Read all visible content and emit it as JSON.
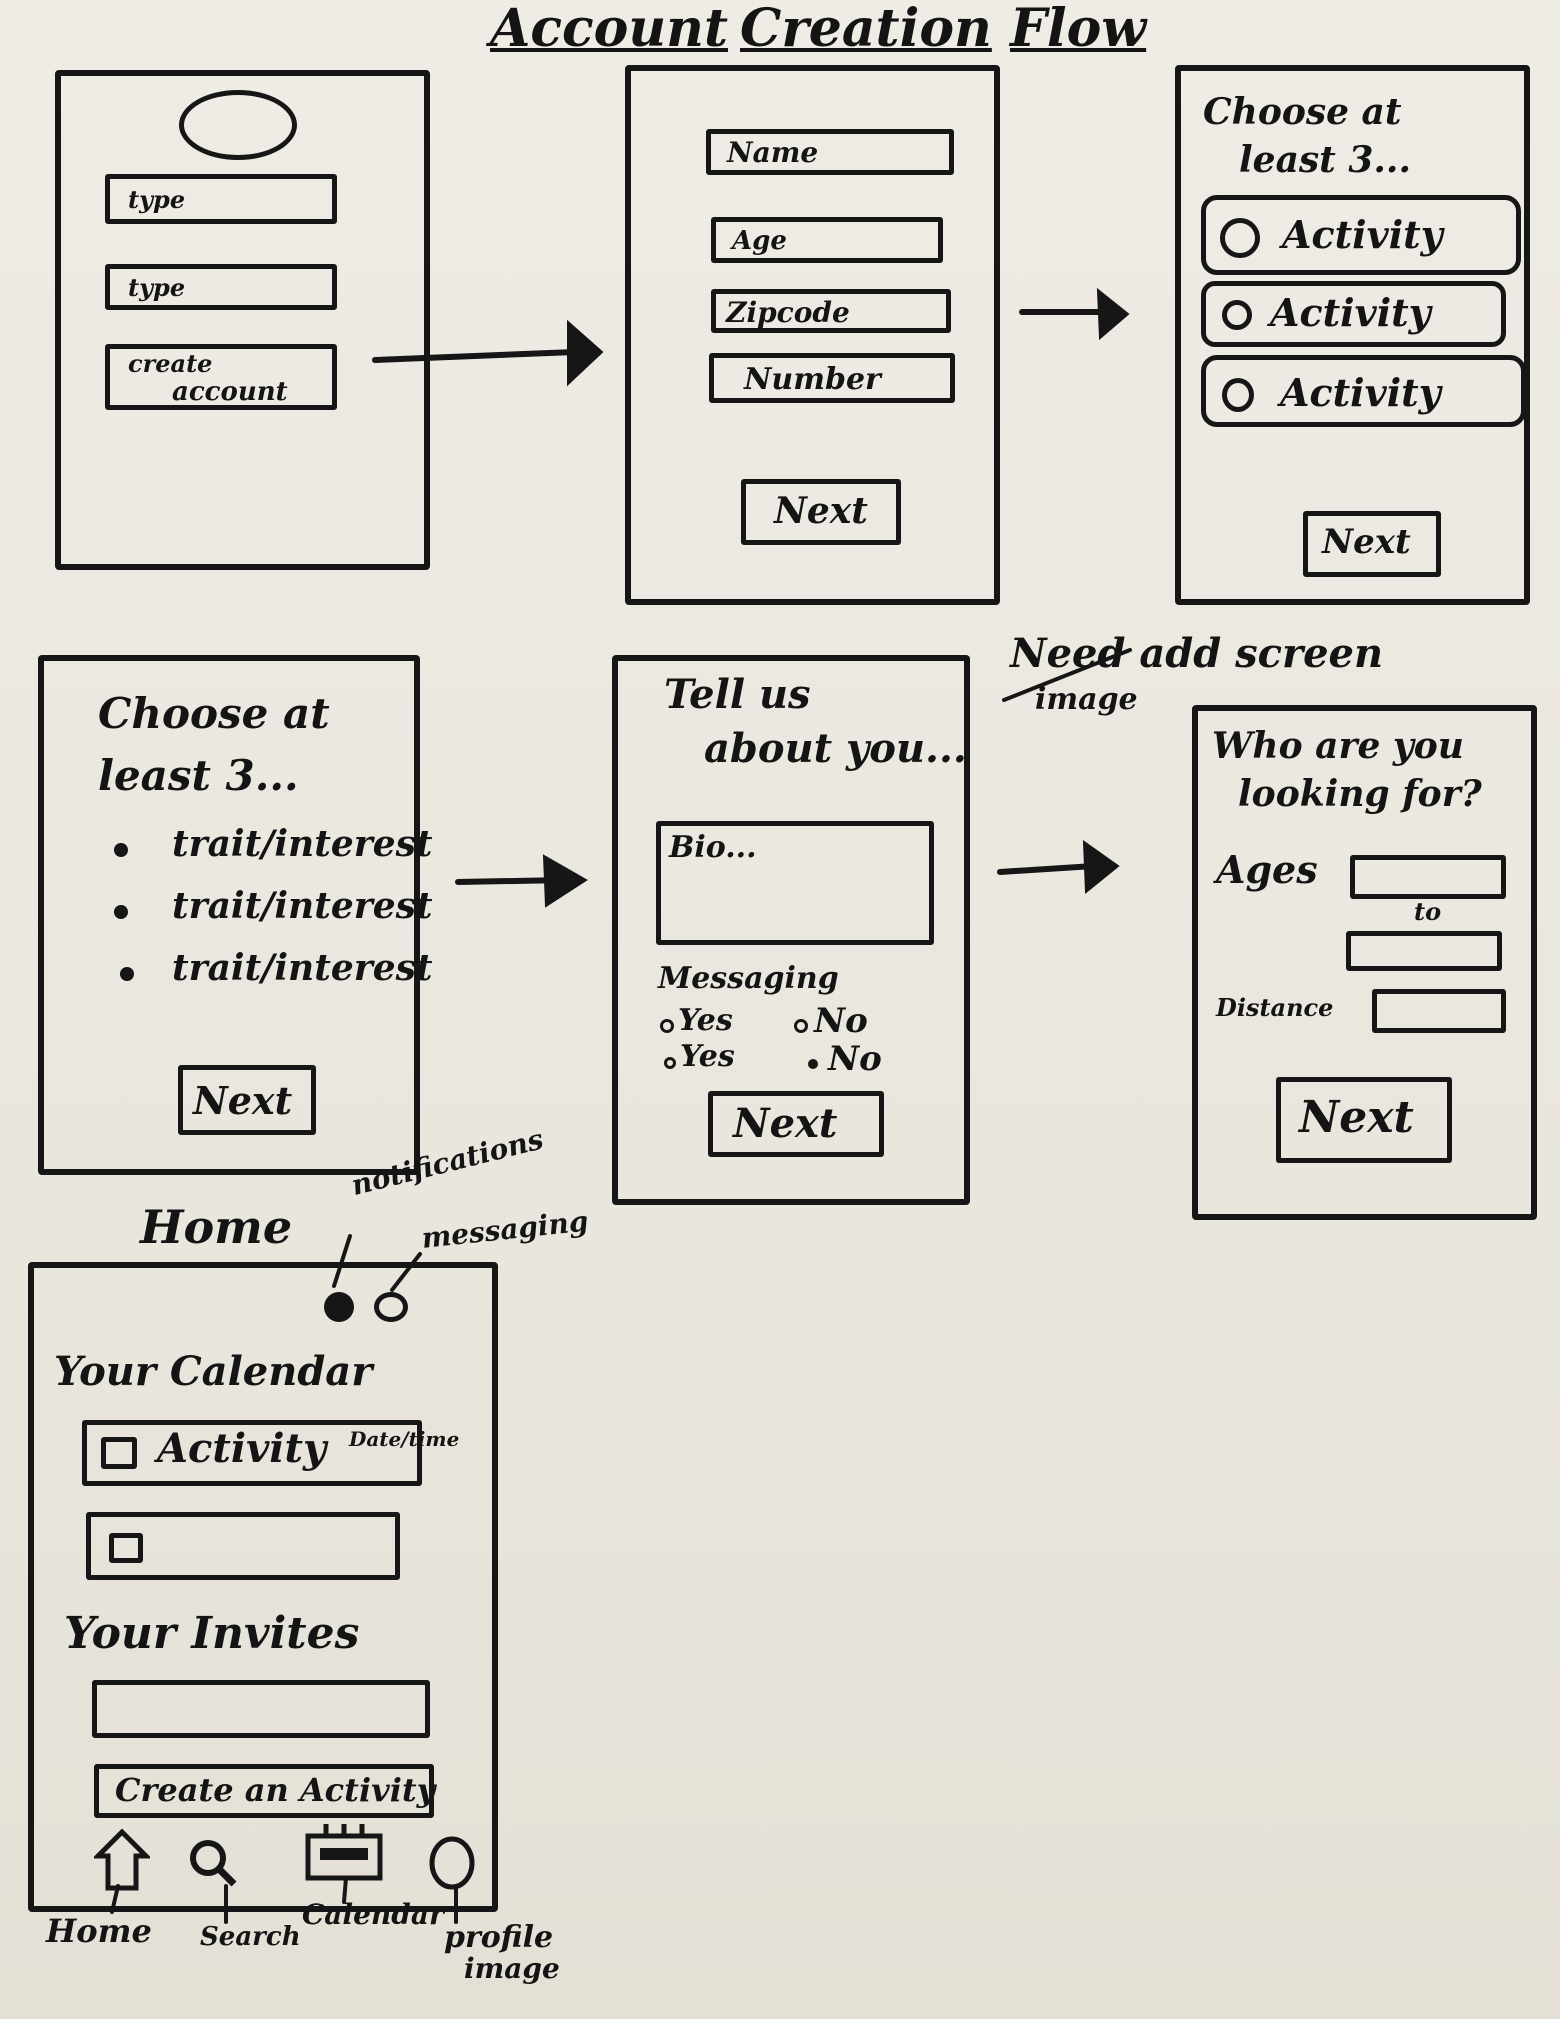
{
  "title": [
    "Account",
    "Creation",
    "Flow"
  ],
  "screen_login": {
    "field1": "type",
    "field2": "type",
    "button_line1": "create",
    "button_line2": "account"
  },
  "screen_info": {
    "name": "Name",
    "age": "Age",
    "zipcode": "Zipcode",
    "number": "Number",
    "next": "Next"
  },
  "screen_activities": {
    "heading_line1": "Choose at",
    "heading_line2": "least 3...",
    "options": [
      "Activity",
      "Activity",
      "Activity"
    ],
    "next": "Next"
  },
  "screen_traits": {
    "heading_line1": "Choose at",
    "heading_line2": "least 3...",
    "items": [
      "trait/interest",
      "trait/interest",
      "trait/interest"
    ],
    "next": "Next"
  },
  "screen_about": {
    "heading_line1": "Tell us",
    "heading_line2": "about you...",
    "bio_placeholder": "Bio...",
    "messaging_label": "Messaging",
    "yes1": "Yes",
    "no1": "No",
    "yes2": "Yes",
    "no2": "No",
    "next": "Next"
  },
  "note_add_screen": {
    "line1": "Need add screen",
    "line2": "image"
  },
  "screen_looking": {
    "heading_line1": "Who are you",
    "heading_line2": "looking for?",
    "ages_label": "Ages",
    "to_label": "to",
    "distance_label": "Distance",
    "next": "Next"
  },
  "home": {
    "label": "Home",
    "notifications_note": "notifications",
    "messaging_note": "messaging",
    "calendar_heading": "Your Calendar",
    "activity_label": "Activity",
    "date_time": "Date/time",
    "invites_heading": "Your Invites",
    "create_button": "Create an Activity",
    "nav_labels": [
      "Home",
      "Search",
      "Calendar",
      "profile",
      "image"
    ]
  }
}
